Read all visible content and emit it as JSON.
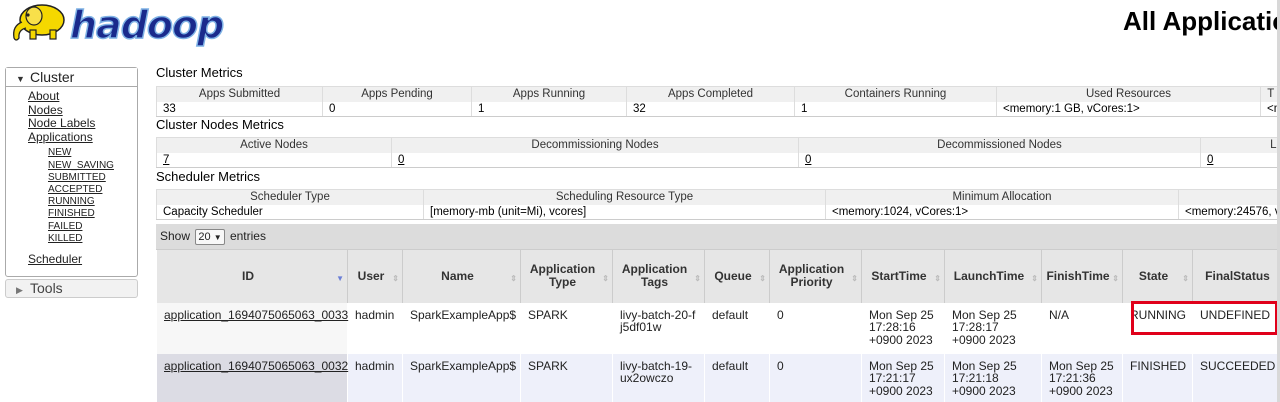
{
  "header": {
    "logo_text": "hadoop",
    "page_title": "All Applications"
  },
  "sidebar": {
    "cluster_label": "Cluster",
    "links": [
      "About",
      "Nodes",
      "Node Labels",
      "Applications"
    ],
    "app_states": [
      "NEW",
      "NEW_SAVING",
      "SUBMITTED",
      "ACCEPTED",
      "RUNNING",
      "FINISHED",
      "FAILED",
      "KILLED"
    ],
    "scheduler_link": "Scheduler",
    "tools_label": "Tools"
  },
  "cluster_metrics": {
    "title": "Cluster Metrics",
    "headers": [
      "Apps Submitted",
      "Apps Pending",
      "Apps Running",
      "Apps Completed",
      "Containers Running",
      "Used Resources",
      "T"
    ],
    "values": [
      "33",
      "0",
      "1",
      "32",
      "1",
      "<memory:1 GB, vCores:1>",
      "<m"
    ]
  },
  "nodes_metrics": {
    "title": "Cluster Nodes Metrics",
    "headers": [
      "Active Nodes",
      "Decommissioning Nodes",
      "Decommissioned Nodes",
      "L"
    ],
    "values": [
      "7",
      "0",
      "0",
      "0"
    ]
  },
  "scheduler_metrics": {
    "title": "Scheduler Metrics",
    "headers": [
      "Scheduler Type",
      "Scheduling Resource Type",
      "Minimum Allocation",
      ""
    ],
    "values": [
      "Capacity Scheduler",
      "[memory-mb (unit=Mi), vcores]",
      "<memory:1024, vCores:1>",
      "<memory:24576, v"
    ]
  },
  "apps_table": {
    "show_label": "Show",
    "page_size": "20",
    "entries_label": "entries",
    "columns": [
      "ID",
      "User",
      "Name",
      "Application Type",
      "Application Tags",
      "Queue",
      "Application Priority",
      "StartTime",
      "LaunchTime",
      "FinishTime",
      "State",
      "FinalStatus"
    ],
    "rows": [
      {
        "id": "application_1694075065063_0033",
        "user": "hadmin",
        "name": "SparkExampleApp$",
        "type": "SPARK",
        "tags": "livy-batch-20-fj5df01w",
        "queue": "default",
        "priority": "0",
        "start": "Mon Sep 25 17:28:16 +0900 2023",
        "launch": "Mon Sep 25 17:28:17 +0900 2023",
        "finish": "N/A",
        "state": "RUNNING",
        "final_status": "UNDEFINED"
      },
      {
        "id": "application_1694075065063_0032",
        "user": "hadmin",
        "name": "SparkExampleApp$",
        "type": "SPARK",
        "tags": "livy-batch-19-ux2owczo",
        "queue": "default",
        "priority": "0",
        "start": "Mon Sep 25 17:21:17 +0900 2023",
        "launch": "Mon Sep 25 17:21:18 +0900 2023",
        "finish": "Mon Sep 25 17:21:36 +0900 2023",
        "state": "FINISHED",
        "final_status": "SUCCEEDED"
      }
    ]
  },
  "colors": {
    "highlight": "#e0001a",
    "logo_blue": "#1a2a8c",
    "logo_yellow": "#f5d800"
  }
}
